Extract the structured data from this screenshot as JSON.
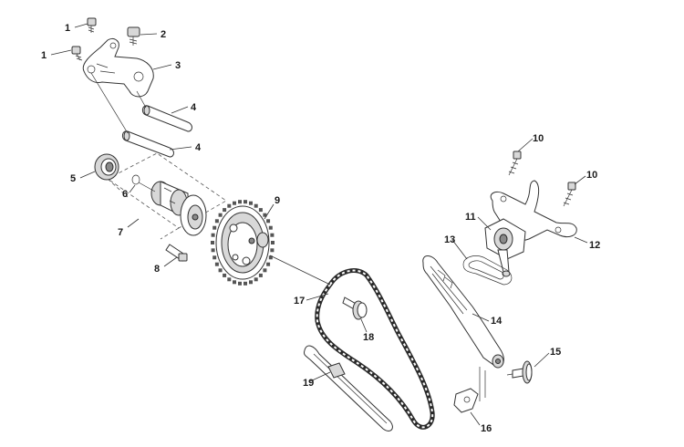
{
  "diagram": {
    "callouts": [
      {
        "number": "1"
      },
      {
        "number": "1"
      },
      {
        "number": "2"
      },
      {
        "number": "3"
      },
      {
        "number": "4"
      },
      {
        "number": "4"
      },
      {
        "number": "5"
      },
      {
        "number": "6"
      },
      {
        "number": "7"
      },
      {
        "number": "8"
      },
      {
        "number": "9"
      },
      {
        "number": "10"
      },
      {
        "number": "10"
      },
      {
        "number": "11"
      },
      {
        "number": "12"
      },
      {
        "number": "13"
      },
      {
        "number": "14"
      },
      {
        "number": "15"
      },
      {
        "number": "16"
      },
      {
        "number": "17"
      },
      {
        "number": "18"
      },
      {
        "number": "19"
      }
    ]
  }
}
